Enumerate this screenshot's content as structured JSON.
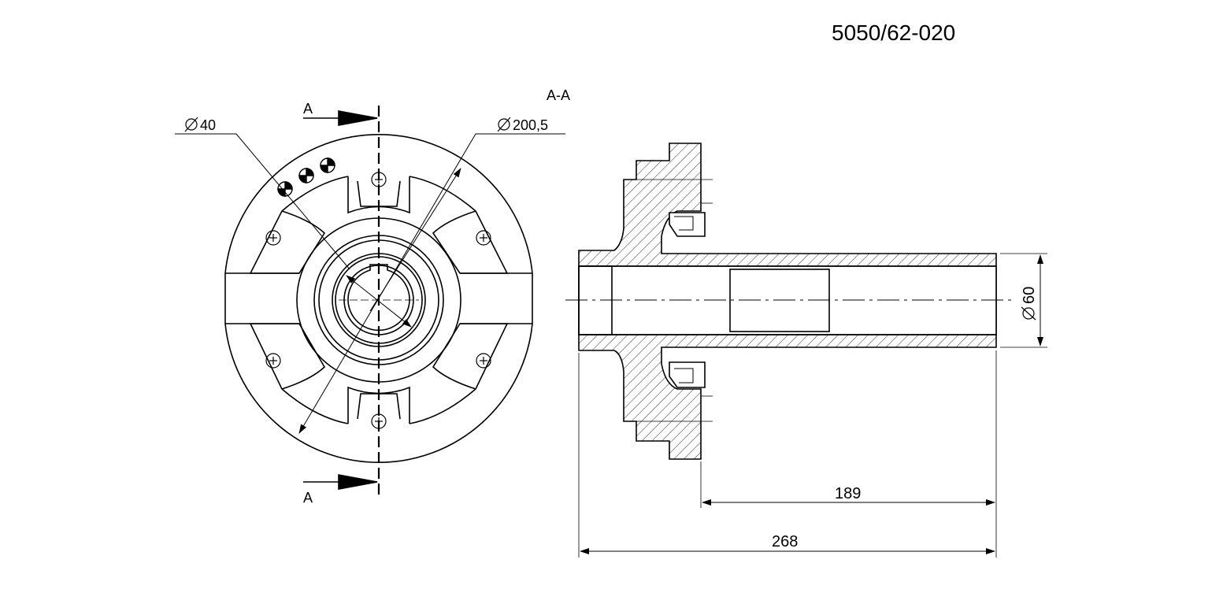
{
  "part_number": "5050/62-020",
  "section_marker": "A",
  "section_title": "A-A",
  "dimensions": {
    "dia_bore": "40",
    "dia_flange": "200,5",
    "dia_shaft": "60",
    "len_shaft": "189",
    "len_total": "268"
  },
  "symbols": {
    "diameter": "diameter-symbol-icon",
    "centre_of_mass": "centre-of-mass-icon",
    "hole_center": "hole-crosshair-icon",
    "cut_arrow": "section-arrow-icon"
  },
  "colors": {
    "line": "#000000",
    "background": "#ffffff"
  }
}
